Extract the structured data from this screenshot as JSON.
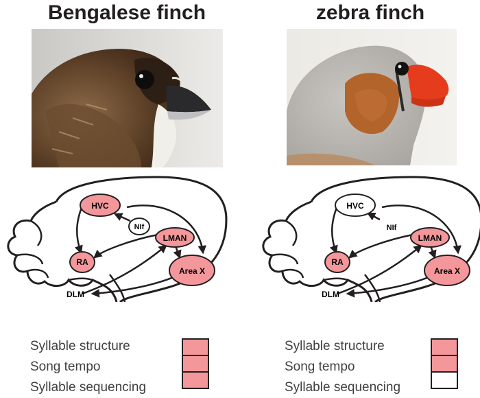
{
  "species": [
    {
      "name": "Bengalese finch",
      "photo_icon": "bengalese-finch-photo",
      "nuclei": {
        "hvc": "HVC",
        "nif": "NIf",
        "lman": "LMAN",
        "ra": "RA",
        "areax": "Area X",
        "dlm": "DLM"
      },
      "highlighted": {
        "hvc": true,
        "nif": false,
        "lman": true,
        "ra": true,
        "areax": true
      }
    },
    {
      "name": "zebra finch",
      "photo_icon": "zebra-finch-photo",
      "nuclei": {
        "hvc": "HVC",
        "nif": "NIf",
        "lman": "LMAN",
        "ra": "RA",
        "areax": "Area X",
        "dlm": "DLM"
      },
      "highlighted": {
        "hvc": false,
        "nif": false,
        "lman": true,
        "ra": true,
        "areax": true
      }
    }
  ],
  "legend": {
    "items": [
      "Syllable structure",
      "Song tempo",
      "Syllable sequencing"
    ],
    "bengalese": [
      true,
      true,
      true
    ],
    "zebra": [
      true,
      true,
      false
    ]
  },
  "colors": {
    "highlight": "#f4979b",
    "outline": "#231f20",
    "blank": "#ffffff"
  }
}
